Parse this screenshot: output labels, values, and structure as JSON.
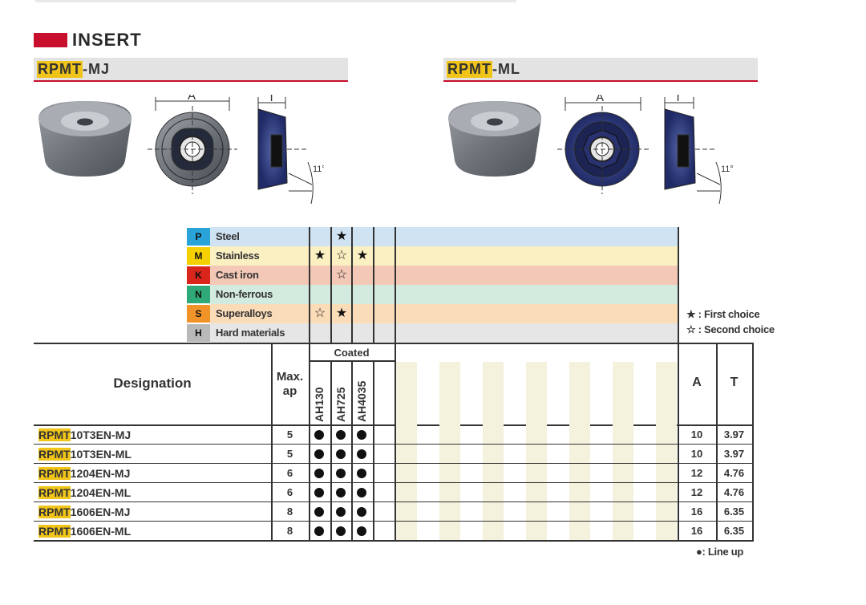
{
  "section": {
    "title": "INSERT"
  },
  "types": [
    {
      "prefix": "RPMT",
      "suffix": "-MJ"
    },
    {
      "prefix": "RPMT",
      "suffix": "-ML"
    }
  ],
  "dimension_labels": {
    "a": "A",
    "t": "T",
    "angle": "11°"
  },
  "materials": [
    {
      "code": "P",
      "name": "Steel",
      "color": "#2aa3d8",
      "band": "#cfe3f3",
      "marks": [
        "",
        "★",
        ""
      ]
    },
    {
      "code": "M",
      "name": "Stainless",
      "color": "#f5d000",
      "band": "#fbf0c2",
      "marks": [
        "★",
        "☆",
        "★"
      ]
    },
    {
      "code": "K",
      "name": "Cast iron",
      "color": "#d9251c",
      "band": "#f3c8b6",
      "marks": [
        "",
        "☆",
        ""
      ]
    },
    {
      "code": "N",
      "name": "Non-ferrous",
      "color": "#2fa977",
      "band": "#d3eadf",
      "marks": [
        "",
        "",
        ""
      ]
    },
    {
      "code": "S",
      "name": "Superalloys",
      "color": "#f0942a",
      "band": "#fbdcb8",
      "marks": [
        "☆",
        "★",
        ""
      ]
    },
    {
      "code": "H",
      "name": "Hard materials",
      "color": "#b9b9b9",
      "band": "#e6e6e6",
      "marks": [
        "",
        "",
        ""
      ]
    }
  ],
  "legend": {
    "first": "★ : First choice",
    "second": "☆ : Second choice",
    "lineup": "●: Line up"
  },
  "table": {
    "designation_header": "Designation",
    "maxap_header_1": "Max.",
    "maxap_header_2": "ap",
    "coated_header": "Coated",
    "grades": [
      "AH130",
      "AH725",
      "AH4035"
    ],
    "a_header": "A",
    "t_header": "T",
    "rows": [
      {
        "prefix": "RPMT",
        "rest": "10T3EN-MJ",
        "maxap": "5",
        "a": "10",
        "t": "3.97"
      },
      {
        "prefix": "RPMT",
        "rest": "10T3EN-ML",
        "maxap": "5",
        "a": "10",
        "t": "3.97"
      },
      {
        "prefix": "RPMT",
        "rest": "1204EN-MJ",
        "maxap": "6",
        "a": "12",
        "t": "4.76"
      },
      {
        "prefix": "RPMT",
        "rest": "1204EN-ML",
        "maxap": "6",
        "a": "12",
        "t": "4.76"
      },
      {
        "prefix": "RPMT",
        "rest": "1606EN-MJ",
        "maxap": "8",
        "a": "16",
        "t": "6.35"
      },
      {
        "prefix": "RPMT",
        "rest": "1606EN-ML",
        "maxap": "8",
        "a": "16",
        "t": "6.35"
      }
    ]
  }
}
